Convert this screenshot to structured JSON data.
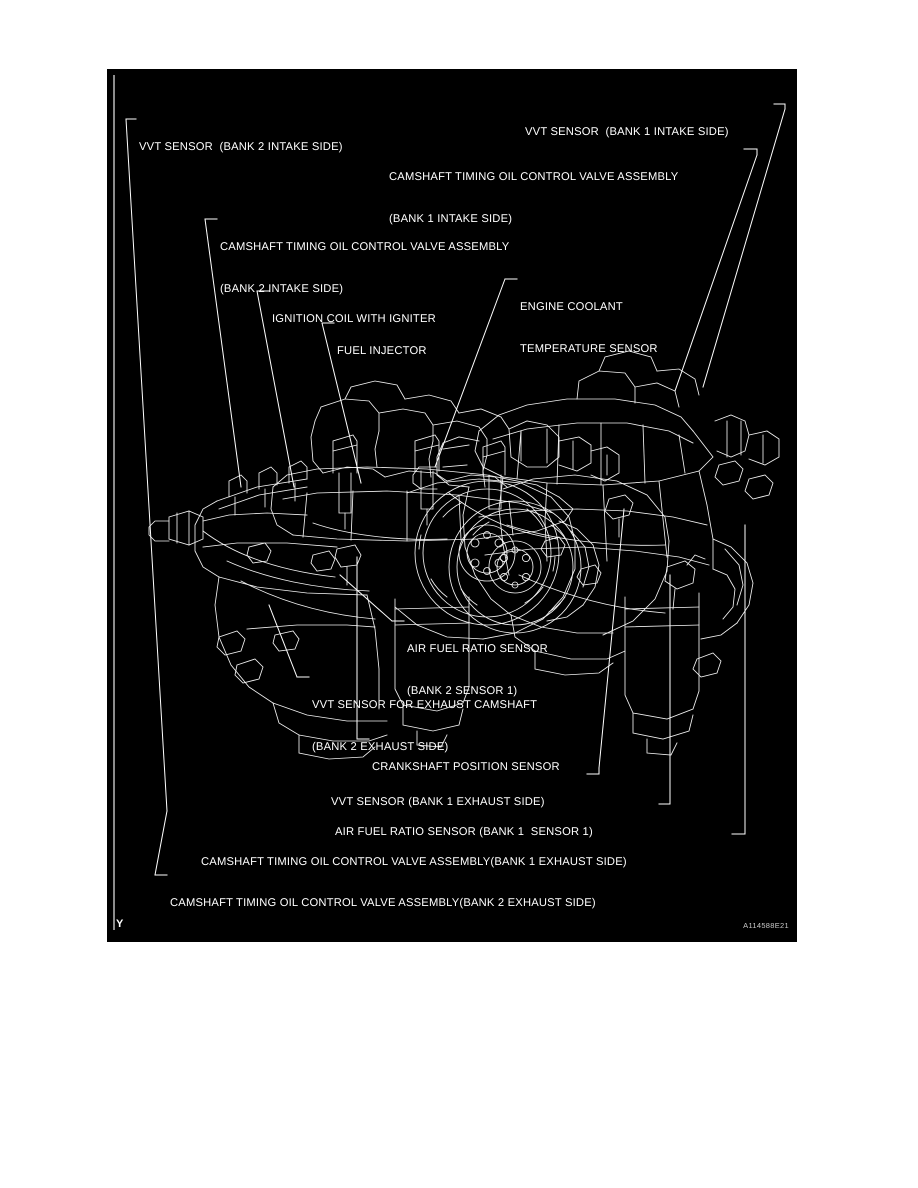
{
  "figure": {
    "corner_mark": "Y",
    "figure_code": "A114588E21",
    "background_color": "#000000",
    "line_color": "#ffffff"
  },
  "callouts": [
    {
      "id": "vvt-sensor-bank2-intake",
      "lines": [
        "VVT SENSOR  (BANK 2 INTAKE SIDE)"
      ]
    },
    {
      "id": "vvt-sensor-bank1-intake",
      "lines": [
        "VVT SENSOR  (BANK 1 INTAKE SIDE)"
      ]
    },
    {
      "id": "octrl-bank1-intake",
      "lines": [
        "CAMSHAFT TIMING OIL CONTROL VALVE ASSEMBLY",
        "(BANK 1 INTAKE SIDE)"
      ]
    },
    {
      "id": "octrl-bank2-intake",
      "lines": [
        "CAMSHAFT TIMING OIL CONTROL VALVE ASSEMBLY",
        "(BANK 2 INTAKE SIDE)"
      ]
    },
    {
      "id": "ignition-coil",
      "lines": [
        "IGNITION COIL WITH IGNITER"
      ]
    },
    {
      "id": "engine-coolant-temp",
      "lines": [
        "ENGINE COOLANT",
        "TEMPERATURE SENSOR"
      ]
    },
    {
      "id": "fuel-injector",
      "lines": [
        "FUEL INJECTOR"
      ]
    },
    {
      "id": "afr-bank2-sensor1",
      "lines": [
        "AIR FUEL RATIO SENSOR",
        "(BANK 2 SENSOR 1)"
      ]
    },
    {
      "id": "vvt-exhaust-bank2",
      "lines": [
        "VVT SENSOR FOR EXHAUST CAMSHAFT",
        "(BANK 2 EXHAUST SIDE)"
      ]
    },
    {
      "id": "crankshaft-position",
      "lines": [
        "CRANKSHAFT POSITION SENSOR"
      ]
    },
    {
      "id": "vvt-sensor-bank1-exhaust",
      "lines": [
        "VVT SENSOR (BANK 1 EXHAUST SIDE)"
      ]
    },
    {
      "id": "afr-bank1-sensor1",
      "lines": [
        "AIR FUEL RATIO SENSOR (BANK 1  SENSOR 1)"
      ]
    },
    {
      "id": "octrl-bank1-exhaust",
      "lines": [
        "CAMSHAFT TIMING OIL CONTROL VALVE ASSEMBLY(BANK 1 EXHAUST SIDE)"
      ]
    },
    {
      "id": "octrl-bank2-exhaust",
      "lines": [
        "CAMSHAFT TIMING OIL CONTROL VALVE ASSEMBLY(BANK 2 EXHAUST SIDE)"
      ]
    }
  ]
}
